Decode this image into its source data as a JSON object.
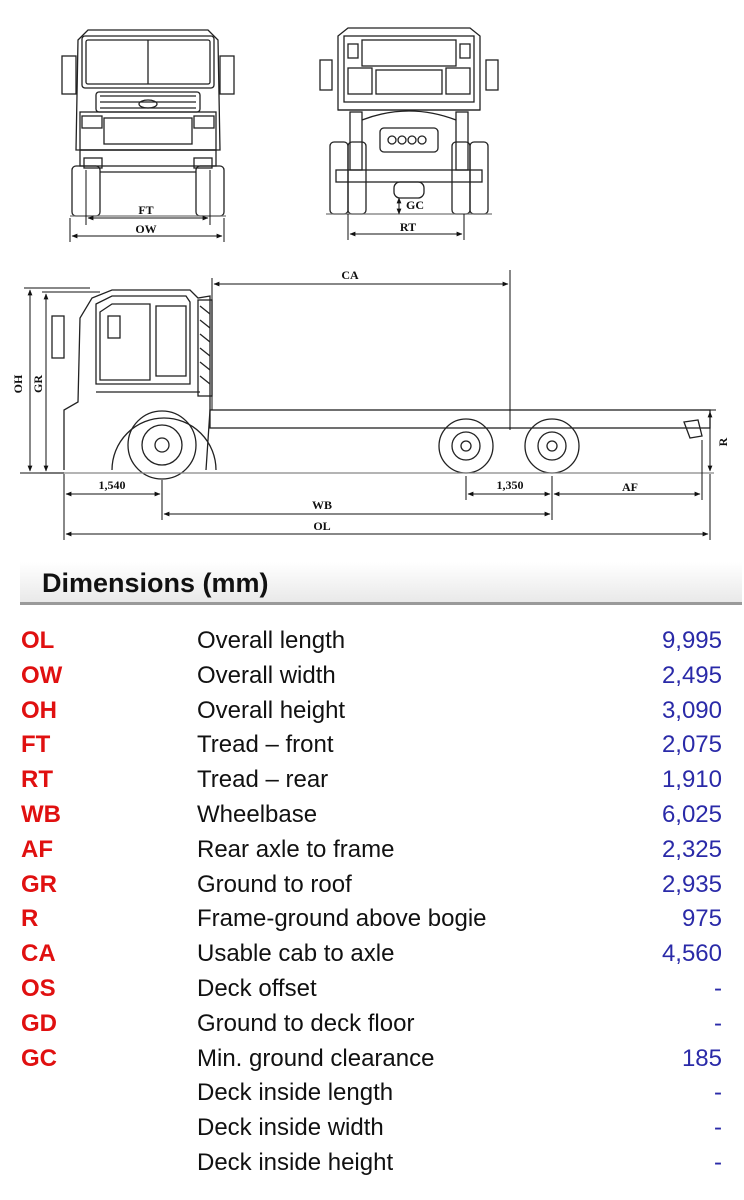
{
  "diagram": {
    "labels": {
      "ft": "FT",
      "ow": "OW",
      "gc": "GC",
      "rt": "RT",
      "ca": "CA",
      "oh": "OH",
      "gr": "GR",
      "r": "R",
      "front_overhang": "1,540",
      "bogie_spacing": "1,350",
      "af": "AF",
      "wb": "WB",
      "ol": "OL"
    }
  },
  "section": {
    "title": "Dimensions (mm)"
  },
  "rows": [
    {
      "code": "OL",
      "label": "Overall length",
      "value": "9,995"
    },
    {
      "code": "OW",
      "label": "Overall width",
      "value": "2,495"
    },
    {
      "code": "OH",
      "label": "Overall height",
      "value": "3,090"
    },
    {
      "code": "FT",
      "label": "Tread – front",
      "value": "2,075"
    },
    {
      "code": "RT",
      "label": "Tread – rear",
      "value": "1,910"
    },
    {
      "code": "WB",
      "label": "Wheelbase",
      "value": "6,025"
    },
    {
      "code": "AF",
      "label": "Rear axle to frame",
      "value": "2,325"
    },
    {
      "code": "GR",
      "label": "Ground to roof",
      "value": "2,935"
    },
    {
      "code": "R",
      "label": "Frame-ground above bogie",
      "value": "975"
    },
    {
      "code": "CA",
      "label": "Usable cab to axle",
      "value": "4,560"
    },
    {
      "code": "OS",
      "label": "Deck offset",
      "value": "-"
    },
    {
      "code": "GD",
      "label": "Ground to deck floor",
      "value": "-"
    },
    {
      "code": "GC",
      "label": "Min. ground clearance",
      "value": "185"
    },
    {
      "code": "",
      "label": "Deck inside length",
      "value": "-"
    },
    {
      "code": "",
      "label": "Deck inside width",
      "value": "-"
    },
    {
      "code": "",
      "label": "Deck inside height",
      "value": "-"
    }
  ]
}
